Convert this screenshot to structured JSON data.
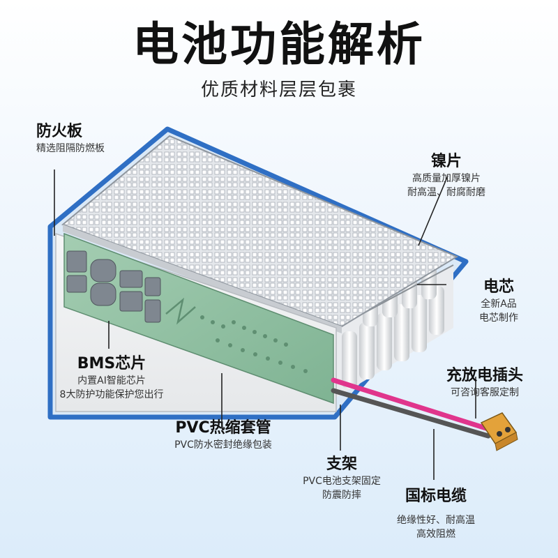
{
  "header": {
    "title": "电池功能解析",
    "subtitle": "优质材料层层包裹"
  },
  "labels": {
    "fire_board": {
      "title": "防火板",
      "desc": [
        "精选阻隔防燃板"
      ]
    },
    "nickel": {
      "title": "镍片",
      "desc": [
        "高质量加厚镍片",
        "耐高温、耐腐耐磨"
      ]
    },
    "cell": {
      "title": "电芯",
      "desc": [
        "全新A品",
        "电芯制作"
      ]
    },
    "bms": {
      "title": "BMS芯片",
      "desc": [
        "内置AI智能芯片",
        "8大防护功能保护您出行"
      ]
    },
    "plug": {
      "title": "充放电插头",
      "desc": [
        "可咨询客服定制"
      ]
    },
    "pvc": {
      "title": "PVC热缩套管",
      "desc": [
        "PVC防水密封绝缘包装"
      ]
    },
    "bracket": {
      "title": "支架",
      "desc": [
        "PVC电池支架固定",
        "防震防摔"
      ]
    },
    "cable": {
      "title": "国标电缆",
      "desc": [
        "绝缘性好、耐高温",
        "高效阻燃"
      ]
    }
  },
  "colors": {
    "pvc_sleeve": "#2f6fc4",
    "pcb": "#8fc0a2",
    "cable_red": "#e0358c",
    "cable_black": "#555555",
    "connector": "#e3a23a"
  },
  "icons": {
    "connector": "xt60-connector-icon"
  }
}
